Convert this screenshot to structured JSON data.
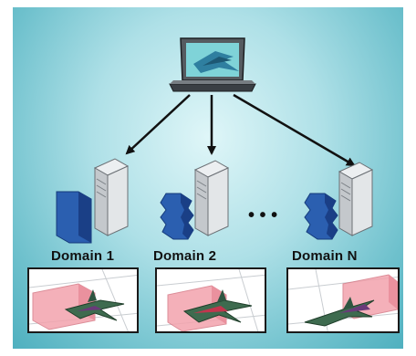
{
  "domains": [
    {
      "label": "Domain 1"
    },
    {
      "label": "Domain 2"
    },
    {
      "label": "Domain N"
    }
  ],
  "ellipsis": "• • •",
  "colors": {
    "background_center": "#dff6f8",
    "background_edge": "#4fb0bf",
    "server_blue": "#2b5fb0",
    "server_gray": "#d4d7da",
    "arrow": "#111111",
    "domain_box": "#f3a3ad"
  },
  "icons": [
    "laptop-icon",
    "server-icon",
    "aircraft-icon"
  ]
}
